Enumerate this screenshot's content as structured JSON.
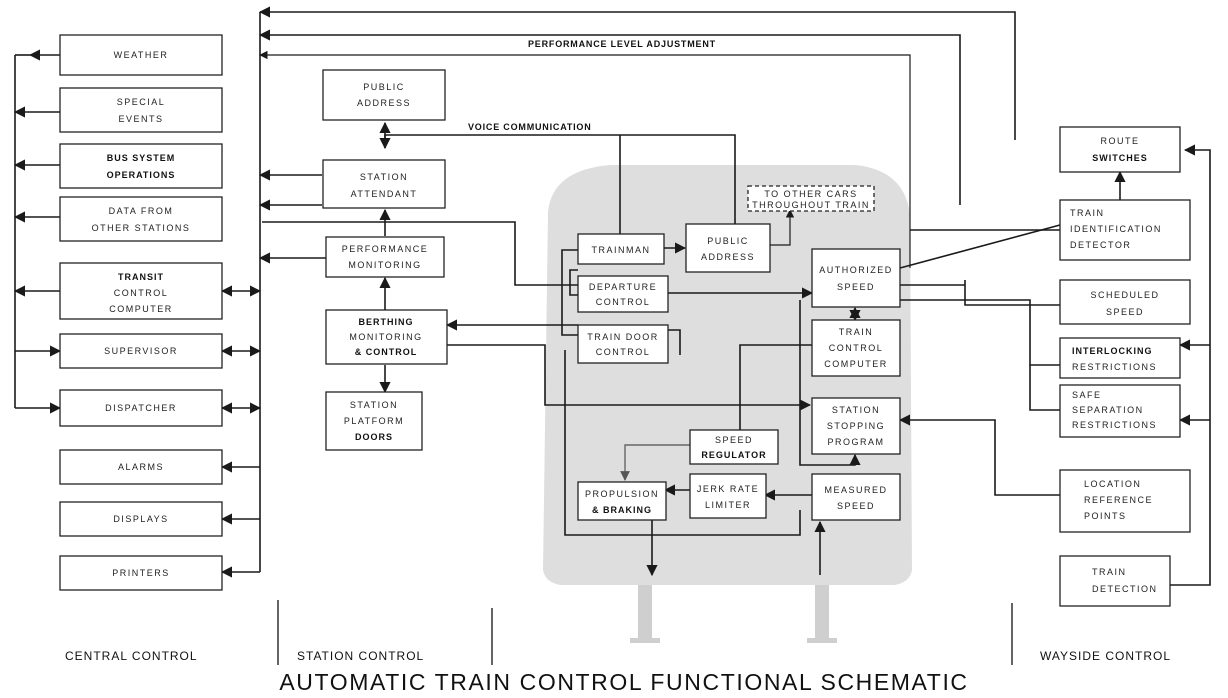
{
  "title": "AUTOMATIC TRAIN CONTROL FUNCTIONAL SCHEMATIC",
  "sections": {
    "central": "CENTRAL CONTROL",
    "station": "STATION CONTROL",
    "wayside": "WAYSIDE CONTROL"
  },
  "line_labels": {
    "performance_level_adjustment": "PERFORMANCE LEVEL ADJUSTMENT",
    "voice_communication": "VOICE COMMUNICATION"
  },
  "central_control": {
    "weather": [
      "WEATHER"
    ],
    "special_events": [
      "SPECIAL",
      "EVENTS"
    ],
    "bus_system": [
      "BUS SYSTEM",
      "OPERATIONS"
    ],
    "data_stations": [
      "DATA FROM",
      "OTHER STATIONS"
    ],
    "transit_computer": [
      "TRANSIT",
      "CONTROL",
      "COMPUTER"
    ],
    "supervisor": [
      "SUPERVISOR"
    ],
    "dispatcher": [
      "DISPATCHER"
    ],
    "alarms": [
      "ALARMS"
    ],
    "displays": [
      "DISPLAYS"
    ],
    "printers": [
      "PRINTERS"
    ]
  },
  "station_control": {
    "public_address": [
      "PUBLIC",
      "ADDRESS"
    ],
    "station_attendant": [
      "STATION",
      "ATTENDANT"
    ],
    "performance_monitoring": [
      "PERFORMANCE",
      "MONITORING"
    ],
    "berthing": [
      "BERTHING",
      "MONITORING",
      "& CONTROL"
    ],
    "platform_doors": [
      "STATION",
      "PLATFORM",
      "DOORS"
    ]
  },
  "train": {
    "other_cars": [
      "TO OTHER CARS",
      "THROUGHOUT TRAIN"
    ],
    "trainman": [
      "TRAINMAN"
    ],
    "public_address": [
      "PUBLIC",
      "ADDRESS"
    ],
    "departure_control": [
      "DEPARTURE",
      "CONTROL"
    ],
    "train_door_control": [
      "TRAIN DOOR",
      "CONTROL"
    ],
    "authorized_speed": [
      "AUTHORIZED",
      "SPEED"
    ],
    "train_control_computer": [
      "TRAIN",
      "CONTROL",
      "COMPUTER"
    ],
    "station_stopping": [
      "STATION",
      "STOPPING",
      "PROGRAM"
    ],
    "speed_regulator": [
      "SPEED",
      "REGULATOR"
    ],
    "propulsion": [
      "PROPULSION",
      "& BRAKING"
    ],
    "jerk_rate": [
      "JERK RATE",
      "LIMITER"
    ],
    "measured_speed": [
      "MEASURED",
      "SPEED"
    ]
  },
  "wayside_control": {
    "route_switches": [
      "ROUTE",
      "SWITCHES"
    ],
    "train_id": [
      "TRAIN",
      "IDENTIFICATION",
      "DETECTOR"
    ],
    "schedule_speed": [
      "SCHEDULED",
      "SPEED"
    ],
    "interlocking": [
      "INTERLOCKING",
      "RESTRICTIONS"
    ],
    "safe_separation": [
      "SAFE",
      "SEPARATION",
      "RESTRICTIONS"
    ],
    "location_ref": [
      "LOCATION",
      "REFERENCE",
      "POINTS"
    ],
    "train_detection": [
      "TRAIN",
      "DETECTION"
    ]
  },
  "colors": {
    "train_body": "#dedede",
    "train_legs": "#cfcfcf",
    "ink": "#1a1a1a"
  }
}
